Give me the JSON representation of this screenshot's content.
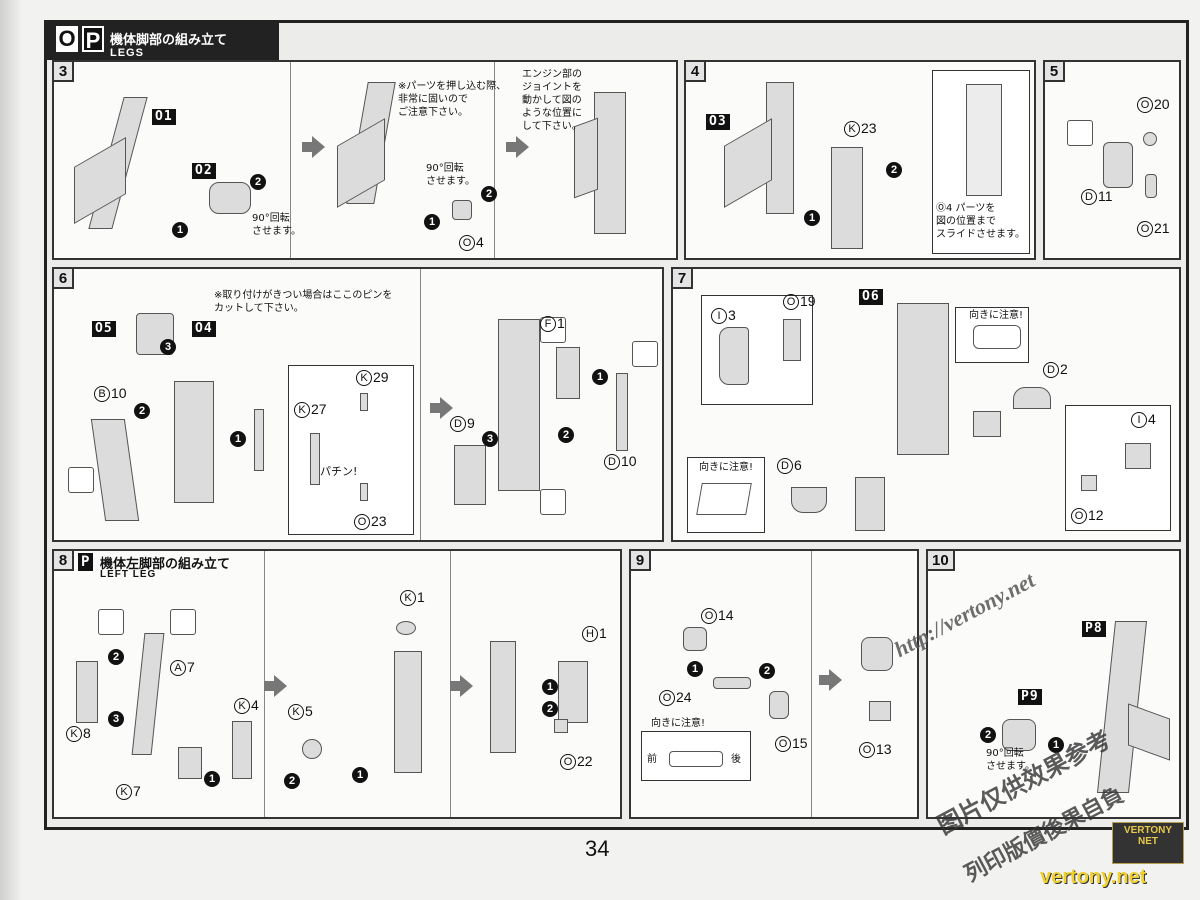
{
  "header": {
    "letters": [
      "O",
      "P"
    ],
    "title": "機体脚部の組み立て",
    "subtitle": "LEGS"
  },
  "steps": {
    "s3": {
      "number": "3",
      "parts": {
        "o1": "O1",
        "o2": "O2",
        "o4": "4"
      },
      "notes": {
        "rotate90a": "90°回転\nさせます。",
        "rotate90b": "90°回転\nさせます。",
        "press": "※パーツを押し込む際、\n非常に固いので\nご注意下さい。",
        "joint": "エンジン部の\nジョイントを\n動かして図の\nような位置に\nして下さい。"
      }
    },
    "s4": {
      "number": "4",
      "parts": {
        "o3": "O3",
        "k23": "23"
      },
      "notes": {
        "slide": "Ⓞ4 パーツを\n図の位置まで\nスライドさせます。"
      }
    },
    "s5": {
      "number": "5",
      "parts": {
        "o20": "20",
        "d11": "11",
        "o21": "21"
      }
    },
    "s6": {
      "number": "6",
      "parts": {
        "o5": "O5",
        "o4": "O4",
        "b10": "10",
        "k27": "27",
        "k29": "29",
        "o23": "23",
        "d9": "9",
        "f1": "1",
        "d10": "10"
      },
      "notes": {
        "cut_pin": "※取り付けがきつい場合はここのピンを\nカットして下さい。",
        "snap": "パチン!"
      }
    },
    "s7": {
      "number": "7",
      "parts": {
        "i3": "3",
        "o19": "19",
        "o6": "O6",
        "d2": "2",
        "d6": "6",
        "i4": "4",
        "o12": "12"
      },
      "notes": {
        "orient1": "向きに注意!",
        "orient2": "向きに注意!"
      }
    },
    "s8": {
      "number": "8",
      "letter": "P",
      "title": "機体左脚部の組み立て",
      "subtitle": "LEFT LEG",
      "parts": {
        "a7": "7",
        "k8": "8",
        "k4": "4",
        "k7": "7",
        "k5": "5",
        "k1": "1",
        "h1": "1",
        "o22": "22"
      }
    },
    "s9": {
      "number": "9",
      "parts": {
        "o14": "14",
        "o24": "24",
        "o15": "15",
        "o13": "13"
      },
      "notes": {
        "orient": "向きに注意!",
        "front": "前",
        "back": "後"
      }
    },
    "s10": {
      "number": "10",
      "parts": {
        "p8": "P8",
        "p9": "P9"
      },
      "notes": {
        "rotate": "90°回転\nさせます。"
      }
    }
  },
  "page_number": "34",
  "watermark": {
    "url": "http://vertony.net",
    "cn1": "图片仅供效果参考",
    "cn2": "列印版價後果自負",
    "logo1": "VERTONY",
    "logo2": "NET",
    "site": "vertony.net"
  }
}
